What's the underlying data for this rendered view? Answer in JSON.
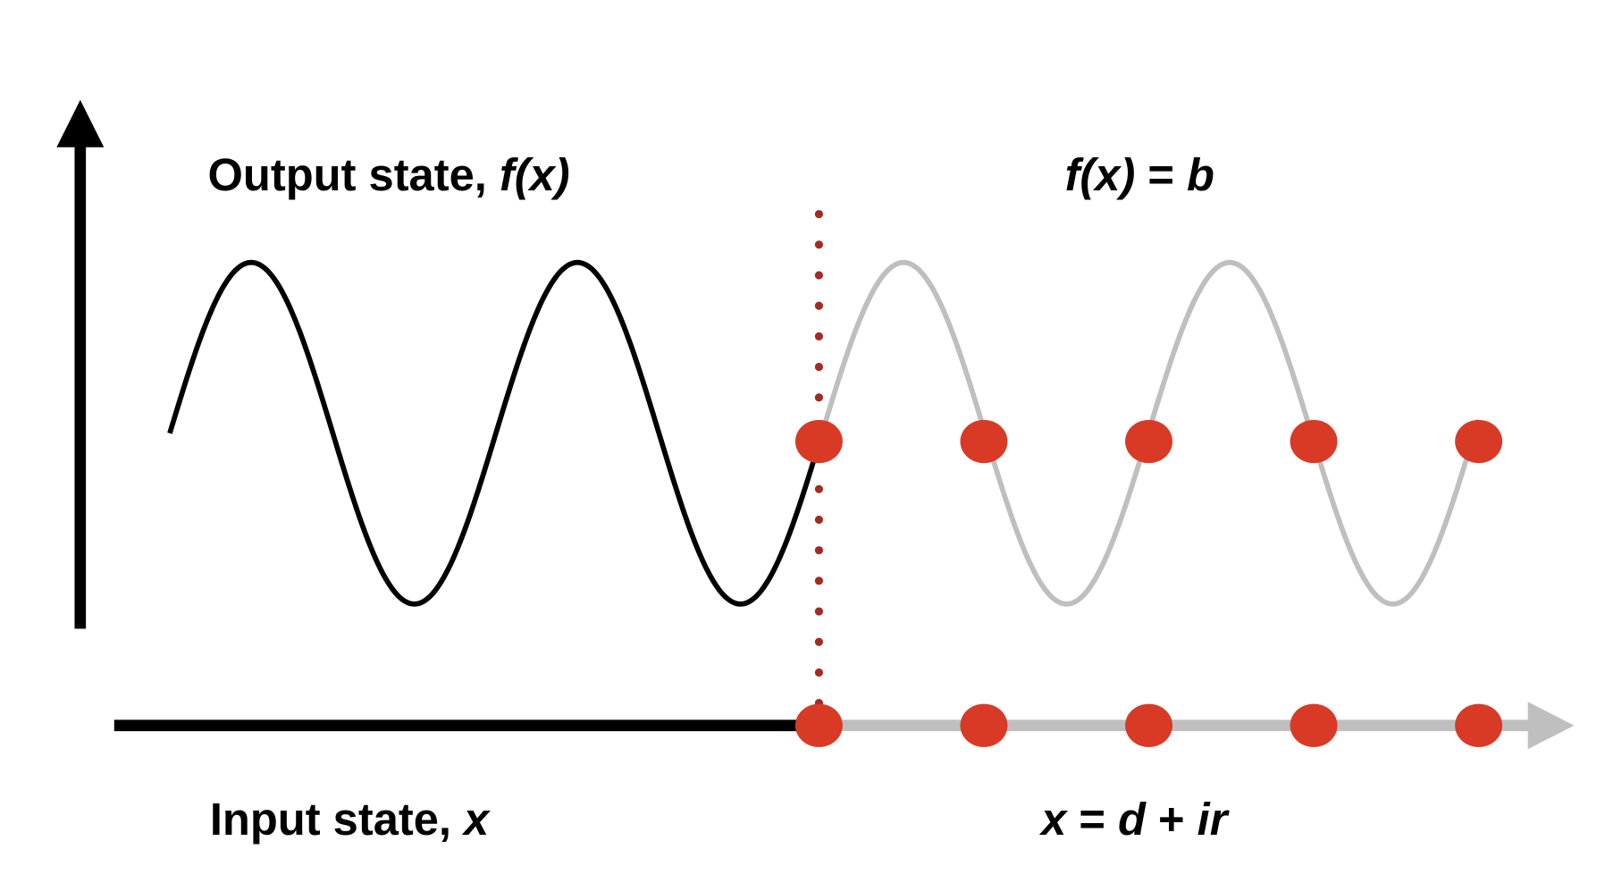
{
  "labels": {
    "output_prefix": "Output state, ",
    "output_fx": "f(x)",
    "condition_fx": "f(x)",
    "condition_eq": " = ",
    "condition_b": "b",
    "input_prefix": "Input state, ",
    "input_x": "x",
    "input_x2": "x",
    "input_eq": " = ",
    "input_d": "d",
    "input_plus": " + ",
    "input_ir": "ir"
  },
  "colors": {
    "axis": "#000000",
    "wave_active": "#000000",
    "wave_inactive": "#bfbfbf",
    "marker": "#d93a26",
    "dotted_line": "#a52a1f"
  },
  "wave": {
    "cycles_active": 2,
    "cycles_inactive": 2
  },
  "markers": {
    "count": 5
  }
}
